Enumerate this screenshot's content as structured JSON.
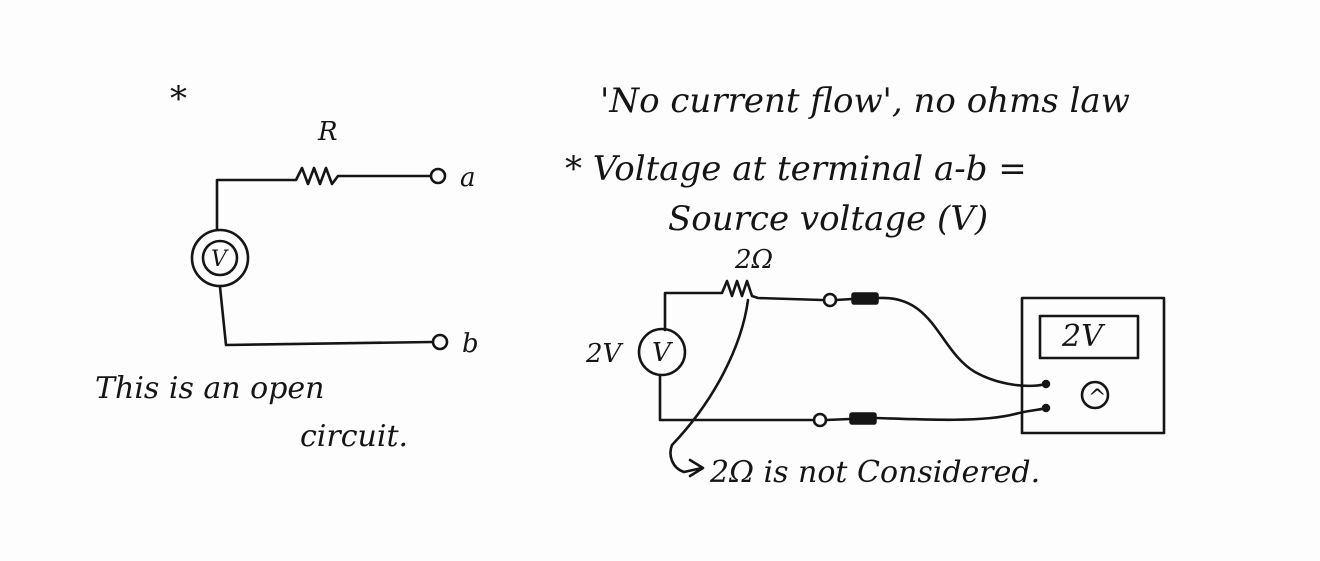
{
  "left_circuit": {
    "star": "*",
    "resistor_label": "R",
    "source_label": "V",
    "terminal_a": "a",
    "terminal_b": "b",
    "caption_line1": "This is an open",
    "caption_line2": "circuit."
  },
  "notes": {
    "heading": "'No current flow', no ohms law",
    "line1": "* Voltage at terminal a-b =",
    "line2": "Source voltage (V)"
  },
  "right_circuit": {
    "resistor_label": "2Ω",
    "source_label": "V",
    "source_value": "2V",
    "meter_display": "2V",
    "meter_symbol": "^",
    "footnote": "2Ω is not Considered."
  }
}
